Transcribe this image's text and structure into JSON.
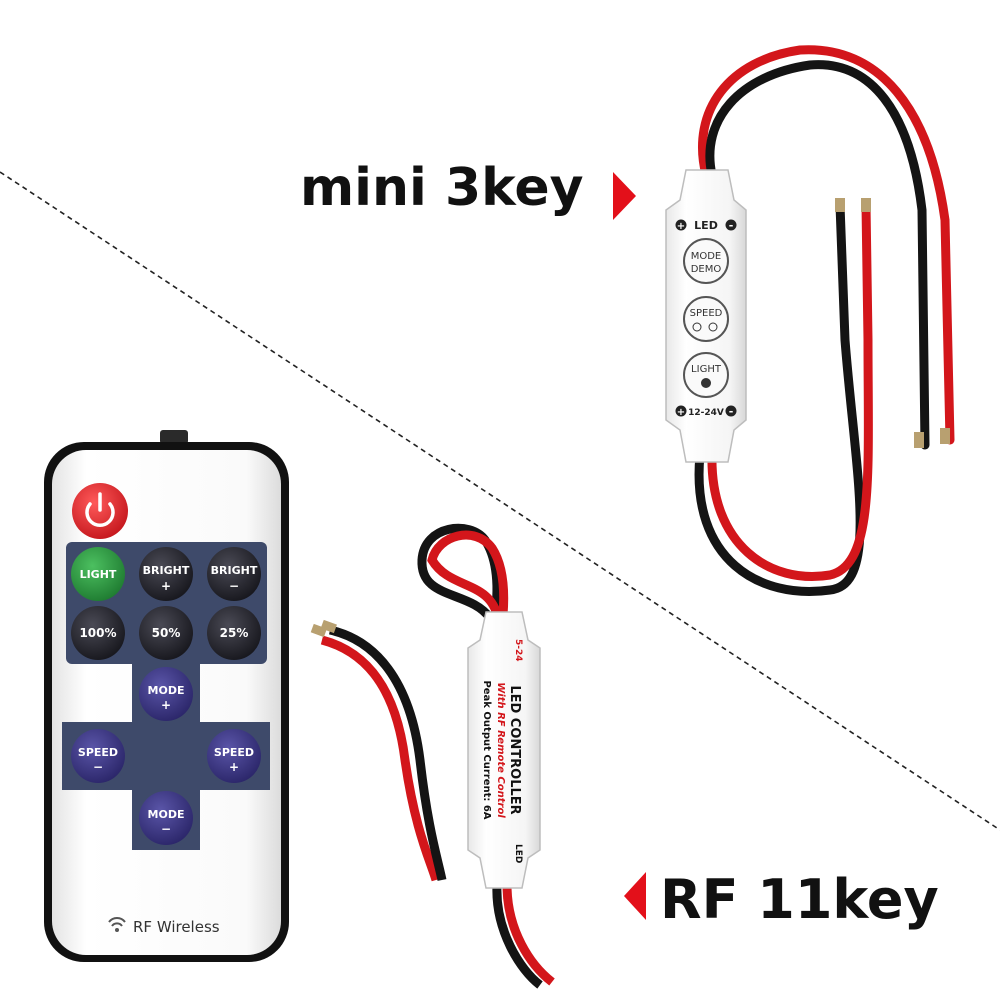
{
  "labels": {
    "mini": "mini 3key",
    "rf": "RF 11key"
  },
  "mini_controller": {
    "top_left_symbol": "+",
    "top_right_symbol": "-",
    "top_label": "LED",
    "bottom_left_symbol": "+",
    "bottom_right_symbol": "-",
    "bottom_label": "12-24V",
    "buttons": [
      {
        "line1": "MODE",
        "line2": "DEMO"
      },
      {
        "line1": "SPEED"
      },
      {
        "line1": "LIGHT"
      }
    ]
  },
  "rf_controller": {
    "line1": "LED CONTROLLER",
    "line2": "With RF Remote Control",
    "line3": "Peak Output Current: 6A",
    "end_label_top": "5-24",
    "end_label_bottom": "LED"
  },
  "remote": {
    "brand": "RF Wireless",
    "grid": [
      {
        "line1": "LIGHT"
      },
      {
        "line1": "BRIGHT",
        "line2": "+"
      },
      {
        "line1": "BRIGHT",
        "line2": "−"
      },
      {
        "line1": "100%"
      },
      {
        "line1": "50%"
      },
      {
        "line1": "25%"
      }
    ],
    "cross": {
      "top": {
        "line1": "MODE",
        "line2": "+"
      },
      "left": {
        "line1": "SPEED",
        "line2": "−"
      },
      "right": {
        "line1": "SPEED",
        "line2": "+"
      },
      "bottom": {
        "line1": "MODE",
        "line2": "−"
      }
    }
  },
  "colors": {
    "wire_red": "#d3161b",
    "wire_black": "#141414",
    "arrow_red": "#e3101a",
    "remote_panel": "#3e4a6a",
    "button_dark": "#24242c",
    "button_purple": "#3a3580",
    "button_green": "#2f9a43",
    "power_red": "#e0262c"
  }
}
